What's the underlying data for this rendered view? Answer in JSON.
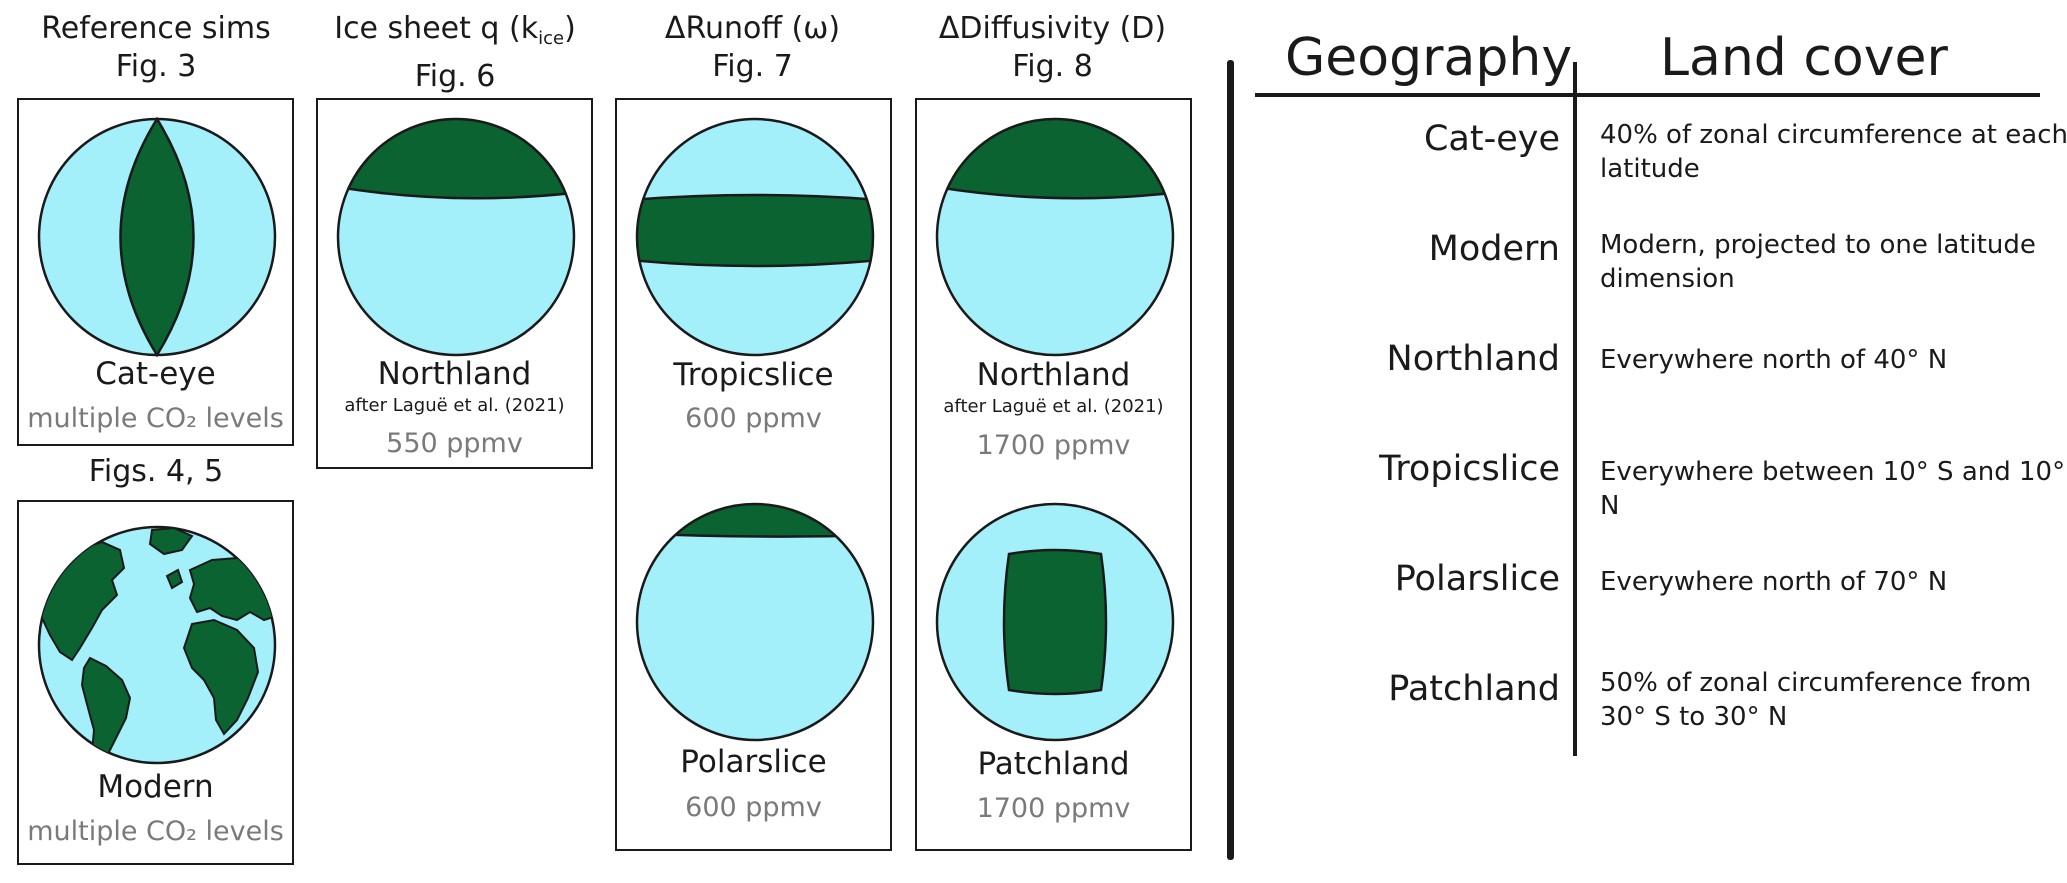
{
  "columns": [
    {
      "title": "Reference sims",
      "fig": "Fig. 3"
    },
    {
      "title": "Ice sheet q (k",
      "subscript": "ice",
      "title_end": ")",
      "fig": "Fig. 6"
    },
    {
      "title": "ΔRunoff (ω)",
      "fig": "Fig. 7"
    },
    {
      "title": "ΔDiffusivity (D)",
      "fig": "Fig. 8"
    }
  ],
  "lower_ref_heading": "Figs. 4, 5",
  "panels": {
    "cateye": {
      "label": "Cat-eye",
      "note": "multiple CO₂ levels"
    },
    "modern": {
      "label": "Modern",
      "note": "multiple CO₂ levels"
    },
    "ice_northland": {
      "label": "Northland",
      "citation": "after Laguë et al. (2021)",
      "note": "550 ppmv"
    },
    "runoff_tropicslice": {
      "label": "Tropicslice",
      "note": "600 ppmv"
    },
    "runoff_polarslice": {
      "label": "Polarslice",
      "note": "600 ppmv"
    },
    "diff_northland": {
      "label": "Northland",
      "citation": "after Laguë et al. (2021)",
      "note": "1700 ppmv"
    },
    "diff_patchland": {
      "label": "Patchland",
      "note": "1700 ppmv"
    }
  },
  "colors": {
    "ocean": "#a3f0fb",
    "land": "#0b6331",
    "outline": "#1a1a1a",
    "note": "#7a7a7a"
  },
  "table": {
    "header_geography": "Geography",
    "header_land_cover": "Land cover",
    "rows": [
      {
        "geography": "Cat-eye",
        "land_cover": "40% of zonal circumference at each latitude"
      },
      {
        "geography": "Modern",
        "land_cover": "Modern, projected to one latitude dimension"
      },
      {
        "geography": "Northland",
        "land_cover": "Everywhere north of 40° N"
      },
      {
        "geography": "Tropicslice",
        "land_cover": "Everywhere between 10° S and 10° N"
      },
      {
        "geography": "Polarslice",
        "land_cover": "Everywhere north of 70° N"
      },
      {
        "geography": "Patchland",
        "land_cover": "50% of zonal circumference from 30° S to 30° N"
      }
    ]
  }
}
